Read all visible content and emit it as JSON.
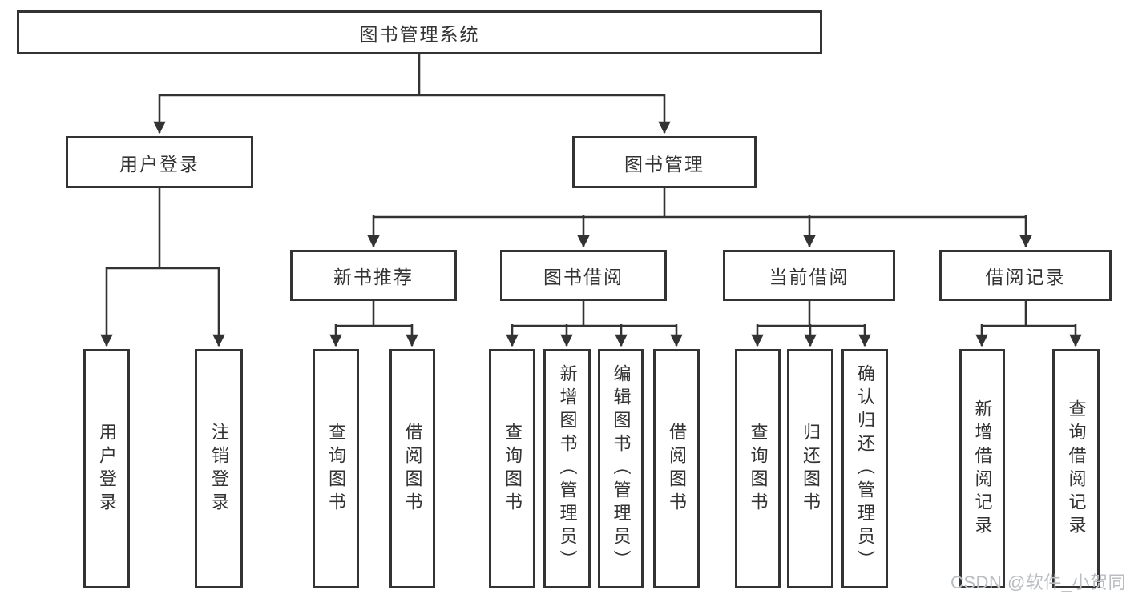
{
  "diagram": {
    "title": "图书管理系统",
    "level2": [
      {
        "label": "用户登录"
      },
      {
        "label": "图书管理"
      }
    ],
    "level3": [
      {
        "label": "新书推荐"
      },
      {
        "label": "图书借阅"
      },
      {
        "label": "当前借阅"
      },
      {
        "label": "借阅记录"
      }
    ],
    "leaves": [
      {
        "label": "用户登录"
      },
      {
        "label": "注销登录"
      },
      {
        "label": "查询图书"
      },
      {
        "label": "借阅图书"
      },
      {
        "label": "查询图书"
      },
      {
        "label": "新增图书（管理员）"
      },
      {
        "label": "编辑图书（管理员）"
      },
      {
        "label": "借阅图书"
      },
      {
        "label": "查询图书"
      },
      {
        "label": "归还图书"
      },
      {
        "label": "确认归还（管理员）"
      },
      {
        "label": "新增借阅记录"
      },
      {
        "label": "查询借阅记录"
      }
    ]
  },
  "watermark": {
    "text": "CSDN @软件_小贺同学"
  },
  "colors": {
    "line": "#333333",
    "text": "#333333",
    "watermark": "#b9bdc1",
    "background": "#ffffff"
  }
}
